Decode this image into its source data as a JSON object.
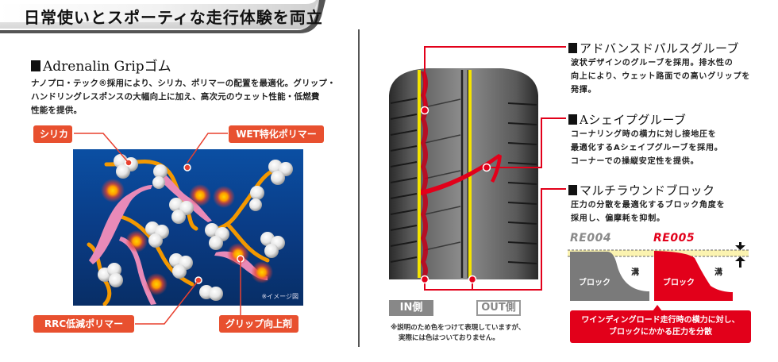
{
  "header": {
    "title": "日常使いとスポーティな走行体験を両立"
  },
  "left": {
    "section_title": "Adrenalin Gripゴム",
    "description_lines": [
      "ナノプロ・テック®採用により、シリカ、ポリマーの配置を最適化。グリップ・",
      "ハンドリングレスポンスの大幅向上に加え、高次元のウェット性能・低燃費",
      "性能を提供。"
    ],
    "labels": {
      "silica": "シリカ",
      "wet_polymer": "WET特化ポリマー",
      "rrc_polymer": "RRC低減ポリマー",
      "grip_agent": "グリップ向上剤"
    },
    "image_note": "※イメージ図",
    "colors": {
      "label_bg": "#e8502f",
      "panel_blue": "#0b4fa3",
      "polymer_pink": "#e88ab8",
      "polymer_orange": "#f39800"
    }
  },
  "tire": {
    "in_label": "IN側",
    "out_label": "OUT側",
    "note_lines": [
      "※説明のため色をつけて表現していますが、",
      "実際には色はついておりません。"
    ],
    "colors": {
      "leader_red": "#e2001a",
      "groove_yellow": "#f5e400"
    }
  },
  "right": {
    "features": [
      {
        "title": "アドバンスドパルスグルーブ",
        "lines": [
          "波状デザインのグルーブを採用。排水性の",
          "向上により、ウェット路面での高いグリップを",
          "発揮。"
        ]
      },
      {
        "title": "Aシェイプグルーブ",
        "lines": [
          "コーナリング時の横力に対し接地圧を",
          "最適化するAシェイプグルーブを採用。",
          "コーナーでの操縦安定性を提供。"
        ]
      },
      {
        "title": "マルチラウンドブロック",
        "lines": [
          "圧力の分散を最適化するブロック角度を",
          "採用し、偏摩耗を抑制。"
        ]
      }
    ],
    "comparison": {
      "old_model": "RE004",
      "new_model": "RE005",
      "block_label": "ブロック",
      "groove_label": "溝",
      "callout_lines": [
        "ワインディングロード走行時の横力に対し、",
        "ブロックにかかる圧力を分散"
      ],
      "colors": {
        "old": "#7a7a7a",
        "new": "#e2001a"
      }
    }
  }
}
